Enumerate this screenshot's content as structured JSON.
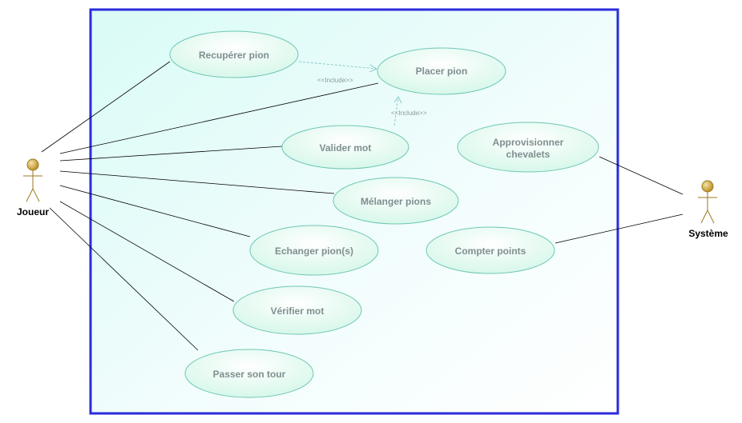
{
  "actors": {
    "joueur": {
      "label": "Joueur"
    },
    "systeme": {
      "label": "Système"
    }
  },
  "use_cases": {
    "recuperer": {
      "label": "Recupérer pion"
    },
    "placer": {
      "label": "Placer pion"
    },
    "valider": {
      "label": "Valider mot"
    },
    "approvisionner": {
      "line1": "Approvisionner",
      "line2": "chevalets"
    },
    "melanger": {
      "label": "Mélanger pions"
    },
    "echanger": {
      "label": "Echanger pion(s)"
    },
    "compter": {
      "label": "Compter points"
    },
    "verifier": {
      "label": "Vérifier mot"
    },
    "passer": {
      "label": "Passer son tour"
    }
  },
  "relations": {
    "include1": {
      "label": "<<Include>>"
    },
    "include2": {
      "label": "<<Include>>"
    }
  },
  "colors": {
    "system_border": "#2b2bdd",
    "usecase_border": "#6fc7b4",
    "dependency": "#7fc7c7",
    "actor_fill": "#d6b04a",
    "actor_stroke": "#9a7a20"
  }
}
